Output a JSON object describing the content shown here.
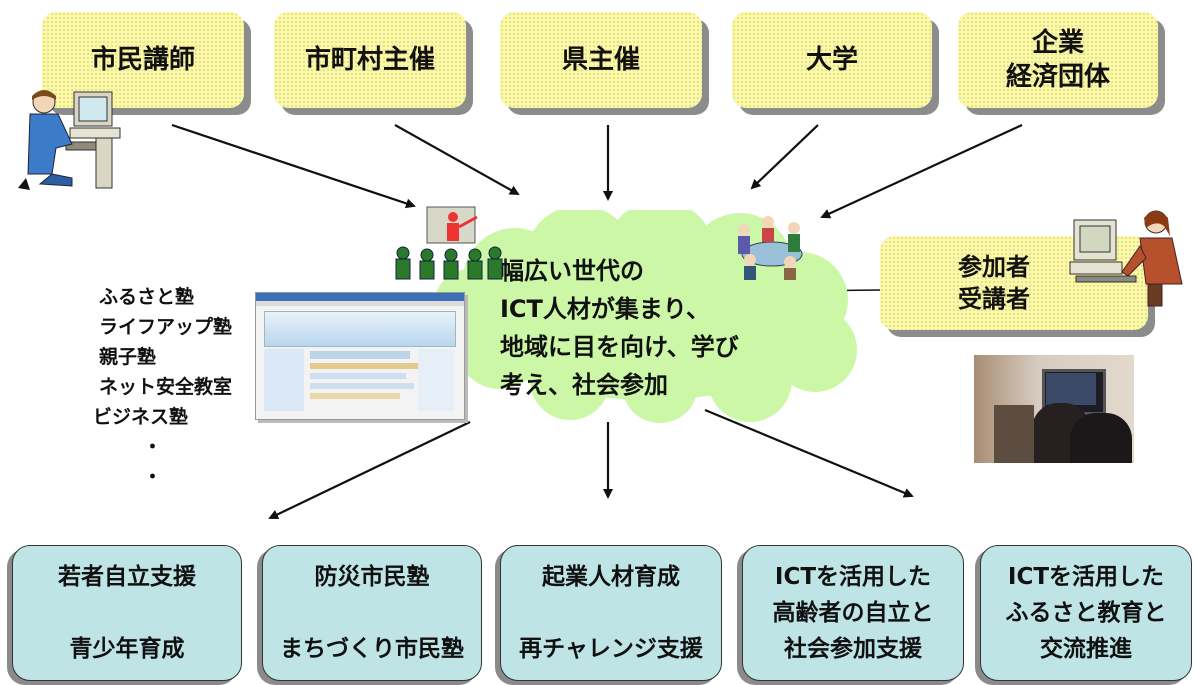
{
  "sources": [
    {
      "lines": [
        "市民講師"
      ]
    },
    {
      "lines": [
        "市町村主催"
      ]
    },
    {
      "lines": [
        "県主催"
      ]
    },
    {
      "lines": [
        "大学"
      ]
    },
    {
      "lines": [
        "企業",
        "経済団体"
      ]
    }
  ],
  "center": {
    "lines": [
      "幅広い世代の",
      "ICT人材が集まり、",
      "地域に目を向け、学び",
      "考え、社会参加"
    ]
  },
  "participants": {
    "lines": [
      "参加者",
      "受講者"
    ]
  },
  "juku_list": {
    "items": [
      "ふるさと塾",
      "ライフアップ塾",
      "親子塾",
      "ネット安全教室",
      "ビジネス塾",
      "・",
      "・"
    ]
  },
  "outcomes": [
    {
      "line1": "若者自立支援",
      "line2": "",
      "line3": "青少年育成"
    },
    {
      "line1": "防災市民塾",
      "line2": "",
      "line3": "まちづくり市民塾"
    },
    {
      "line1": "起業人材育成",
      "line2": "",
      "line3": "再チャレンジ支援"
    },
    {
      "line1": "ICTを活用した",
      "line2": "高齢者の自立と",
      "line3": "社会参加支援"
    },
    {
      "line1": "ICTを活用した",
      "line2": "ふるさと教育と",
      "line3": "交流推進"
    }
  ],
  "colors": {
    "source_box": "#fcf9a6",
    "cloud": "#ccf7a7",
    "outcome_box": "#bfe4e6",
    "arrow": "#111111"
  }
}
